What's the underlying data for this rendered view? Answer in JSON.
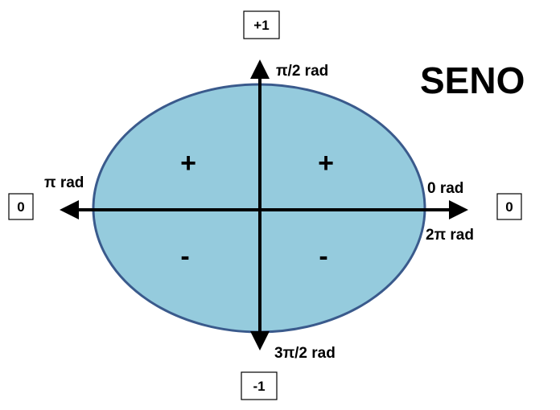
{
  "diagram": {
    "title": "SENO",
    "boxes": {
      "top": "+1",
      "bottom": "-1",
      "left": "0",
      "right": "0"
    },
    "angle_labels": {
      "right_top": "0 rad",
      "right_bottom": "2π rad",
      "top": "π/2 rad",
      "left": "π rad",
      "bottom": "3π/2 rad"
    },
    "quadrant_signs": {
      "q1": "+",
      "q2": "+",
      "q3": "-",
      "q4": "-"
    },
    "colors": {
      "circle_fill": "#95cbdd",
      "circle_stroke": "#3a5a8c",
      "axis": "#000000"
    }
  }
}
